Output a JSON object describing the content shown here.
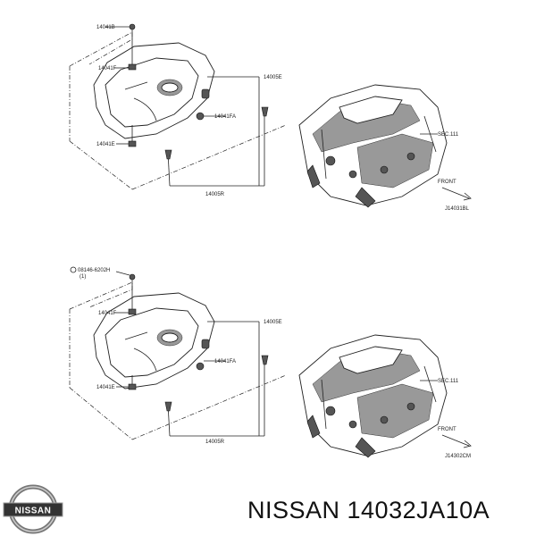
{
  "upper": {
    "labels": {
      "bolt": "14041B",
      "grommet_top": "14041F",
      "cover": "14005E",
      "clip": "14041FA",
      "grommet_bottom": "14041E",
      "rod": "14005R",
      "section": "SEC.111",
      "front": "FRONT",
      "code": "J14031BL"
    }
  },
  "lower": {
    "labels": {
      "bolt": "08146-6202H",
      "bolt_qty": "(1)",
      "grommet_top": "14041F",
      "cover": "14005E",
      "clip": "14041FA",
      "grommet_bottom": "14041E",
      "rod": "14005R",
      "section": "SEC.111",
      "front": "FRONT",
      "code": "J14302CM"
    }
  },
  "brand": {
    "logo_text": "NISSAN",
    "title": "NISSAN 14032JA10A"
  },
  "colors": {
    "line": "#222222",
    "background": "#ffffff"
  }
}
